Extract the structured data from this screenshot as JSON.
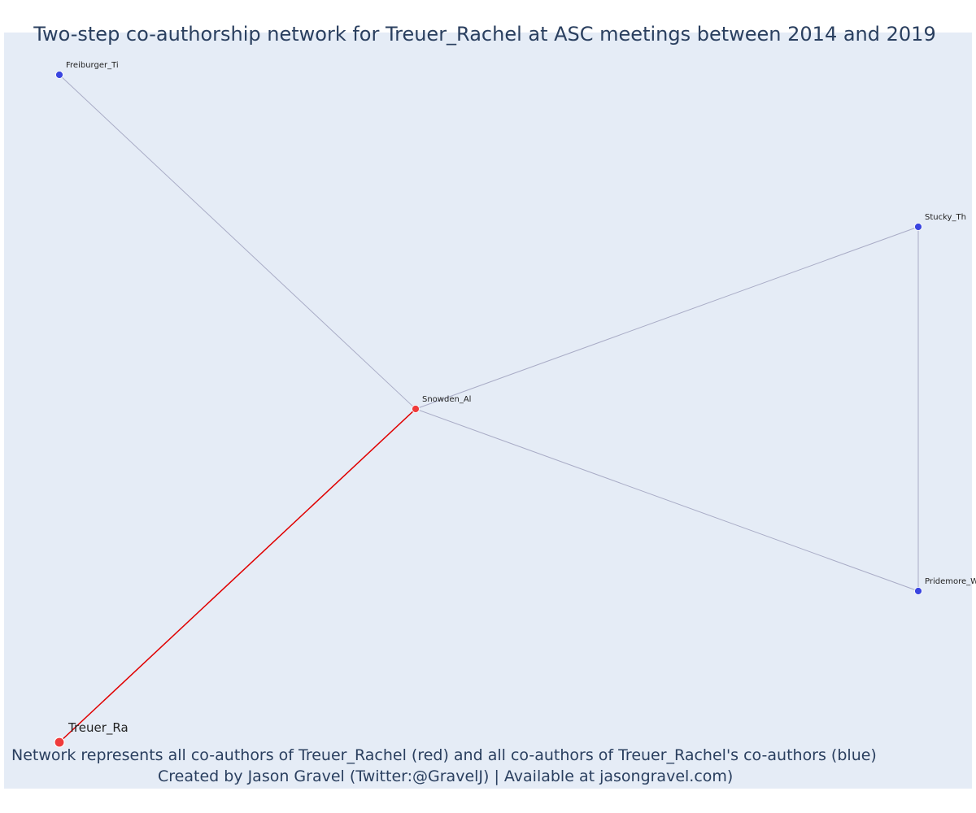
{
  "title": "Two-step co-authorship network for Treuer_Rachel at ASC meetings between 2014 and 2019",
  "captions": {
    "line1": "Network represents all co-authors of Treuer_Rachel (red) and all co-authors of Treuer_Rachel's co-authors (blue)",
    "line2": "Created by Jason Gravel (Twitter:@GravelJ) | Available at jasongravel.com)"
  },
  "colors": {
    "background": "#e5ecf6",
    "text": "#2a3f5f",
    "direct_coauthor": "#ef3b3b",
    "second_step_coauthor": "#3a45e0",
    "direct_edge": "#e00000",
    "other_edge": "#a9acc6"
  },
  "nodes": [
    {
      "id": "Treuer_Ra",
      "label": "Treuer_Ra",
      "group": "focal"
    },
    {
      "id": "Snowden_Al",
      "label": "Snowden_Al",
      "group": "direct"
    },
    {
      "id": "Freiburger_Ti",
      "label": "Freiburger_Ti",
      "group": "second"
    },
    {
      "id": "Stucky_Th",
      "label": "Stucky_Th",
      "group": "second"
    },
    {
      "id": "Pridemore_W",
      "label": "Pridemore_W",
      "group": "second"
    }
  ],
  "edges": [
    {
      "source": "Treuer_Ra",
      "target": "Snowden_Al",
      "type": "direct"
    },
    {
      "source": "Snowden_Al",
      "target": "Freiburger_Ti",
      "type": "other"
    },
    {
      "source": "Snowden_Al",
      "target": "Stucky_Th",
      "type": "other"
    },
    {
      "source": "Snowden_Al",
      "target": "Pridemore_W",
      "type": "other"
    },
    {
      "source": "Stucky_Th",
      "target": "Pridemore_W",
      "type": "other"
    }
  ]
}
